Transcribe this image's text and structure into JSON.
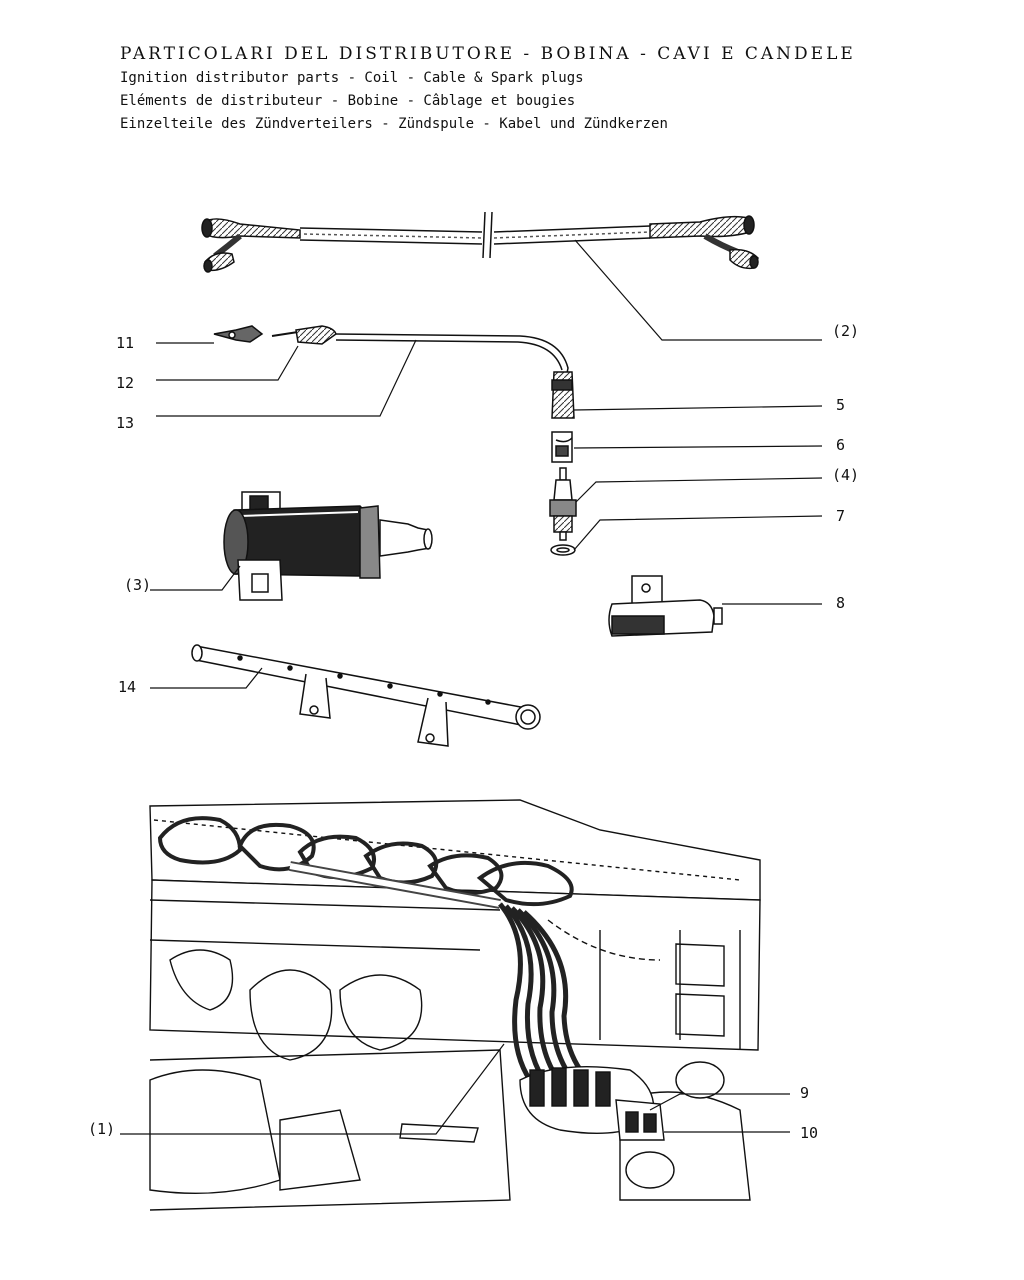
{
  "header": {
    "title_it": "PARTICOLARI DEL DISTRIBUTORE - BOBINA - CAVI E CANDELE",
    "title_en": "Ignition distributor parts - Coil - Cable & Spark plugs",
    "title_fr": "Eléments de distributeur - Bobine - Câblage et bougies",
    "title_de": "Einzelteile des Zündverteilers - Zündspule - Kabel und Zündkerzen"
  },
  "callouts": {
    "c2": "(2)",
    "c5": "5",
    "c6": "6",
    "c4": "(4)",
    "c7": "7",
    "c8": "8",
    "c11": "11",
    "c12": "12",
    "c13": "13",
    "c3": "(3)",
    "c14": "14",
    "c9": "9",
    "c10": "10",
    "c1": "(1)"
  },
  "colors": {
    "ink": "#111111",
    "paper": "#ffffff",
    "shade": "#555555"
  }
}
